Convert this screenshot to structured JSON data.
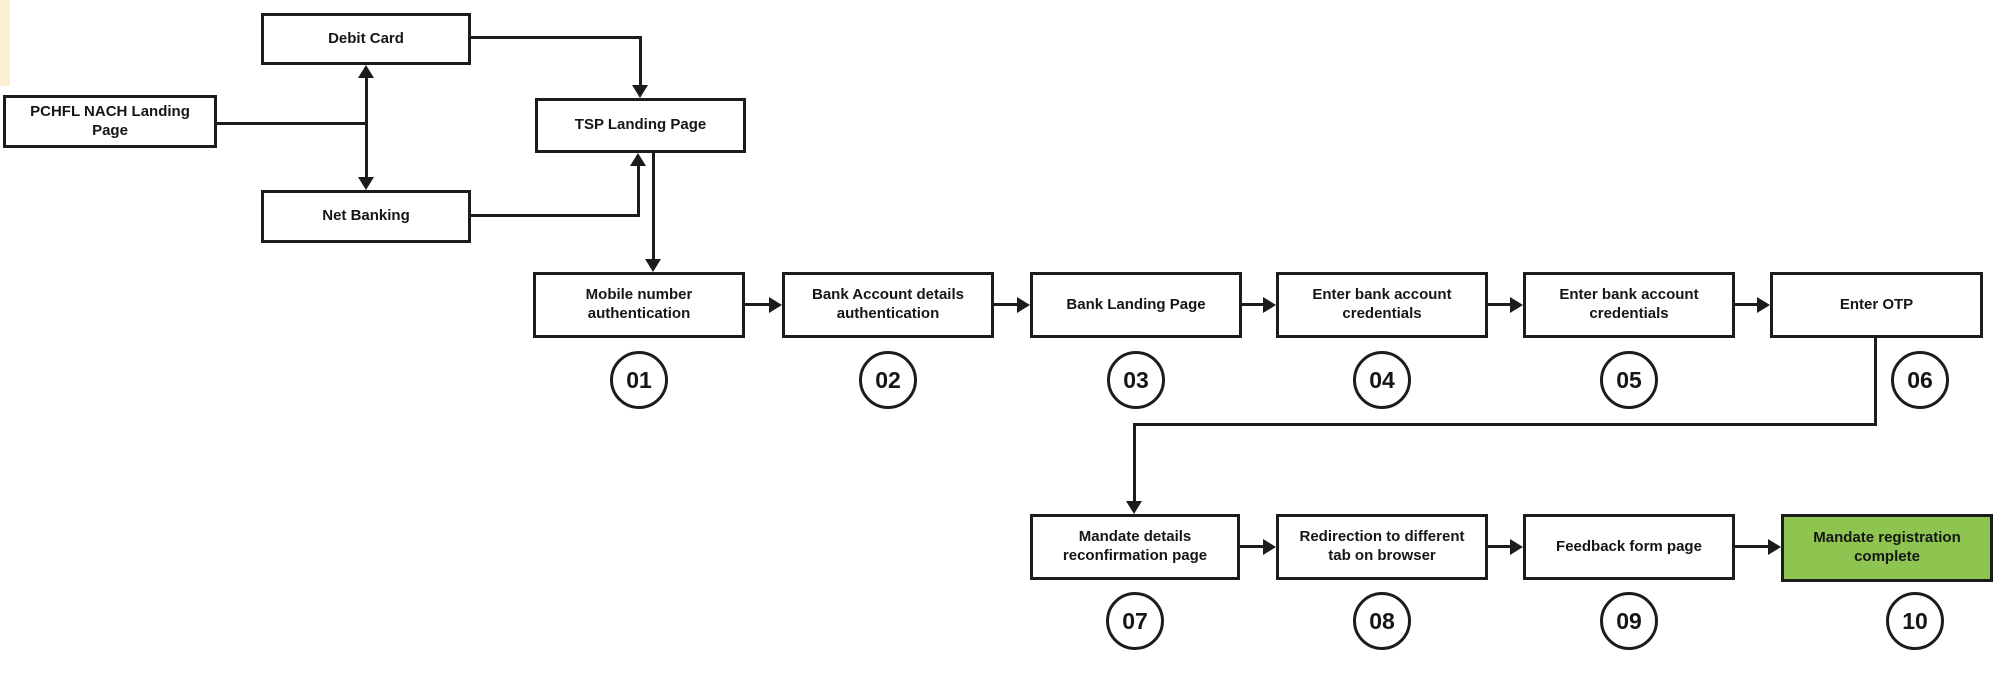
{
  "diagram": {
    "type": "flowchart",
    "subject": "NACH mandate registration flow",
    "colors": {
      "success_green": "#8dc550",
      "highlight_cream": "#fcf0d2",
      "line_black": "#1c1c1c"
    },
    "entry": {
      "landing_page": "PCHFL NACH Landing Page",
      "debit_card": "Debit Card",
      "net_banking": "Net Banking",
      "tsp_landing": "TSP Landing Page"
    },
    "steps": [
      {
        "num": "01",
        "label": "Mobile number authentication"
      },
      {
        "num": "02",
        "label": "Bank Account details authentication"
      },
      {
        "num": "03",
        "label": "Bank Landing Page"
      },
      {
        "num": "04",
        "label": "Enter bank account credentials"
      },
      {
        "num": "05",
        "label": "Enter bank account credentials"
      },
      {
        "num": "06",
        "label": "Enter OTP"
      },
      {
        "num": "07",
        "label": "Mandate details reconfirmation page"
      },
      {
        "num": "08",
        "label": "Redirection to different tab on browser"
      },
      {
        "num": "09",
        "label": "Feedback form page"
      },
      {
        "num": "10",
        "label": "Mandate registration complete",
        "highlight": true
      }
    ]
  }
}
